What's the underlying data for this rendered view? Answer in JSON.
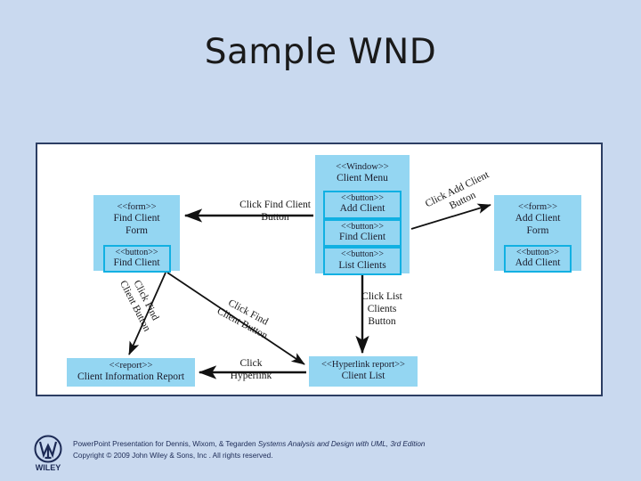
{
  "slide": {
    "title": "Sample WND",
    "background_color": "#c9d9ef",
    "frame_border_color": "#2c3e63",
    "node_fill_color": "#94d6f2",
    "node_border_color": "#11b0e2"
  },
  "diagram": {
    "type": "window-navigation-diagram",
    "nodes": [
      {
        "id": "find-client-form",
        "stereotype": "<<form>>",
        "name_line1": "Find Client",
        "name_line2": "Form",
        "buttons": [
          {
            "stereotype": "<<button>>",
            "label": "Find Client"
          }
        ]
      },
      {
        "id": "client-menu",
        "stereotype": "<<Window>>",
        "name_line1": "Client Menu",
        "name_line2": "",
        "buttons": [
          {
            "stereotype": "<<button>>",
            "label": "Add Client"
          },
          {
            "stereotype": "<<button>>",
            "label": "Find Client"
          },
          {
            "stereotype": "<<button>>",
            "label": "List Clients"
          }
        ]
      },
      {
        "id": "add-client-form",
        "stereotype": "<<form>>",
        "name_line1": "Add Client",
        "name_line2": "Form",
        "buttons": [
          {
            "stereotype": "<<button>>",
            "label": "Add Client"
          }
        ]
      },
      {
        "id": "client-information-report",
        "stereotype": "<<report>>",
        "name_line1": "Client Information Report",
        "name_line2": "",
        "buttons": []
      },
      {
        "id": "client-list",
        "stereotype": "<<Hyperlink report>>",
        "name_line1": "Client List",
        "name_line2": "",
        "buttons": []
      }
    ],
    "edges": [
      {
        "id": "click-find-client-button",
        "from": "client-menu",
        "to": "find-client-form",
        "label_line1": "Click Find Client",
        "label_line2": "Button"
      },
      {
        "id": "click-add-client-button",
        "from": "client-menu",
        "to": "add-client-form",
        "label_line1": "Click Add Client",
        "label_line2": "Button"
      },
      {
        "id": "click-find-client-button-to-report",
        "from": "find-client-form",
        "to": "client-information-report",
        "label_line1": "Click Find",
        "label_line2": "Client Button"
      },
      {
        "id": "click-find-client-button-to-list",
        "from": "find-client-form",
        "to": "client-list",
        "label_line1": "Click Find",
        "label_line2": "Client Button"
      },
      {
        "id": "click-list-clients-button",
        "from": "client-menu",
        "to": "client-list",
        "label_line1": "Click List",
        "label_line2": "Clients",
        "label_line3": "Button"
      },
      {
        "id": "click-hyperlink",
        "from": "client-list",
        "to": "client-information-report",
        "label_line1": "Click",
        "label_line2": "Hyperlink"
      }
    ]
  },
  "footer": {
    "logo_name": "WILEY",
    "line1_plain": "PowerPoint Presentation for Dennis, Wixom, & Tegarden ",
    "line1_italic": "Systems Analysis and Design with UML, 3rd Edition",
    "line2": "Copyright © 2009 John Wiley & Sons, Inc . All rights reserved."
  }
}
